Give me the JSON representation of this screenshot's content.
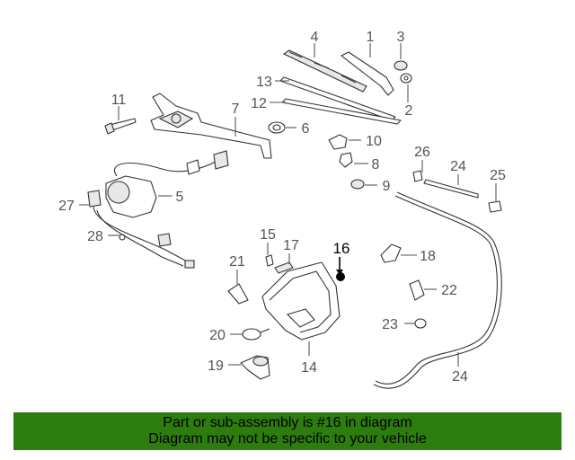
{
  "callouts": {
    "c1": "1",
    "c2": "2",
    "c3": "3",
    "c4": "4",
    "c5": "5",
    "c6": "6",
    "c7": "7",
    "c8": "8",
    "c9": "9",
    "c10": "10",
    "c11": "11",
    "c12": "12",
    "c13": "13",
    "c14": "14",
    "c15": "15",
    "c16": "16",
    "c17": "17",
    "c18": "18",
    "c19": "19",
    "c20": "20",
    "c21": "21",
    "c22": "22",
    "c23": "23",
    "c24a": "24",
    "c24b": "24",
    "c25": "25",
    "c26": "26",
    "c27": "27",
    "c28": "28"
  },
  "highlight_callout": "16",
  "footer": {
    "line1": "Part or sub-assembly is #16 in diagram",
    "line2": "Diagram may not be specific to your vehicle"
  },
  "colors": {
    "banner": "#2d7d0e",
    "callout_text": "#555555",
    "highlight": "#000000"
  }
}
